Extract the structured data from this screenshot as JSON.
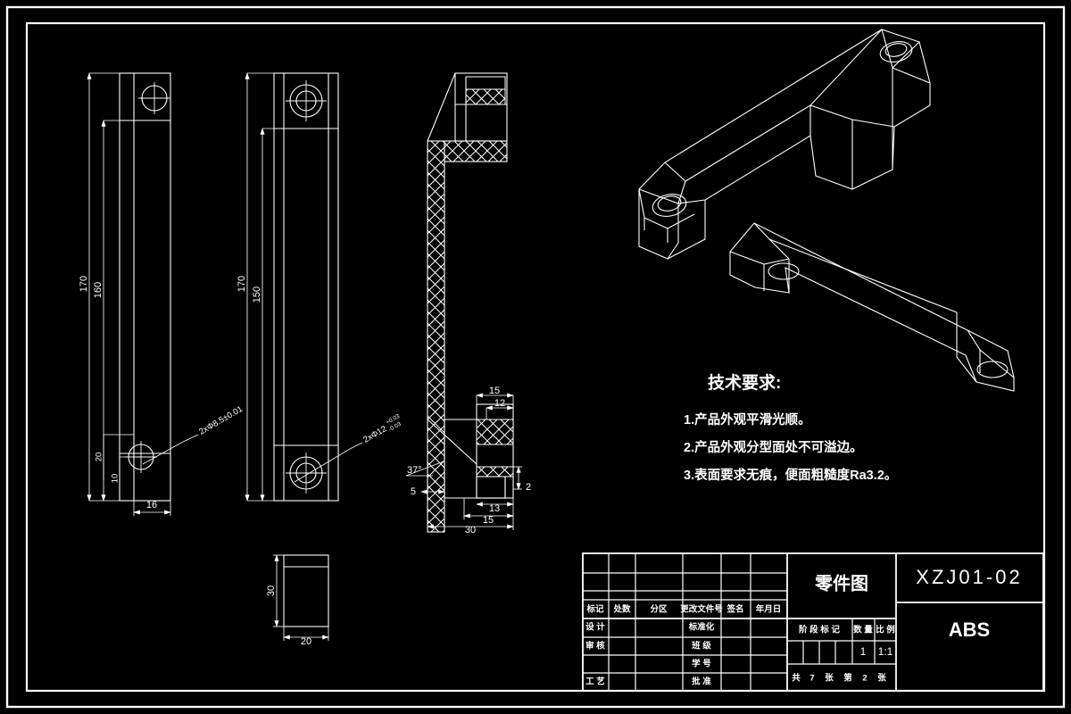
{
  "drawing": {
    "background_color": "#000000",
    "line_color": "#ffffff",
    "sheet_label": "CAD part drawing",
    "views": {
      "front_view": {
        "name": "front-view"
      },
      "left_view": {
        "name": "side-view"
      },
      "section_view": {
        "name": "section-view"
      },
      "bottom_view": {
        "name": "bottom-view"
      },
      "iso_view_upper": {
        "name": "isometric-view-upper"
      },
      "iso_view_lower": {
        "name": "isometric-view-lower"
      }
    }
  },
  "dimensions": {
    "front_overall_height": "170",
    "front_inner_height": "160",
    "front_hole_edge_v": "20",
    "front_hole_center_v": "10",
    "front_width": "16",
    "front_hole_callout": "2xΦ8.5±0.01",
    "side_overall_height": "170",
    "side_inner_height": "150",
    "side_hole_callout": "2xΦ12",
    "side_hole_tol_upper": "+0.03",
    "side_hole_tol_lower": "-0.03",
    "section_top_width": "15",
    "section_inner_width": "12",
    "section_lower_width": "13",
    "section_bottom_width": "15",
    "section_overall_width": "30",
    "section_thickness": "2",
    "section_offset": "5",
    "section_angle": "37°",
    "bottom_height": "30",
    "bottom_width": "20"
  },
  "technical_notes": {
    "title": "技术要求:",
    "items": [
      "1.产品外观平滑光顺。",
      "2.产品外观分型面处不可溢边。",
      "3.表面要求无痕，便面粗糙度Ra3.2。"
    ]
  },
  "title_block": {
    "revision_headers": [
      "标记",
      "处数",
      "分区",
      "更改文件号",
      "签名",
      "年月日"
    ],
    "left_roles": [
      "设 计",
      "审 核",
      "",
      "工 艺"
    ],
    "mid_roles": [
      "标准化",
      "班 级",
      "学 号",
      "批 准"
    ],
    "drawing_title": "零件图",
    "drawing_code": "XZJ01-02",
    "material": "ABS",
    "stage_header": "阶 段 标 记",
    "quantity_header": "数 量",
    "scale_header": "比 例",
    "quantity_value": "1",
    "scale_value": "1:1",
    "sheet_total_prefix": "共",
    "sheet_total": "7",
    "sheet_total_unit": "张",
    "sheet_current_prefix": "第",
    "sheet_current": "2",
    "sheet_current_unit": "张"
  }
}
